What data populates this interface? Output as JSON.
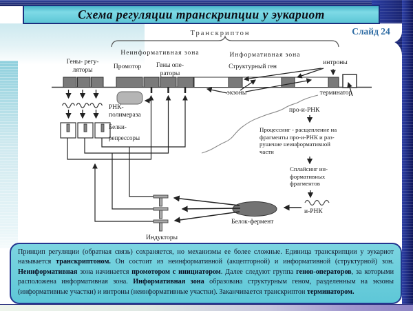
{
  "slide": {
    "title": "Схема регуляции транскрипции у эукариот",
    "slide_number": "Слайд 24"
  },
  "diagram": {
    "labels": {
      "transcripton": "Транскриптон",
      "noninformative_zone": "Неинформативная зона",
      "informative_zone": "Информативная зона",
      "regulator_genes": "Гены- регу-\nляторы",
      "promoter": "Промотор",
      "operator_genes": "Гены опе-\nраторы",
      "structural_gene": "Структурный ген",
      "introns": "интроны",
      "exons": "экзоны",
      "terminator": "терминатор",
      "rna_polymerase": "РНК-\nполимераза",
      "repressor_proteins": "Белки-\nрепрессоры",
      "pro_mrna": "про-и-РНК",
      "processing": "Процессинг - расщепление на\nфрагменты про-и-РНК и раз-\nрушение неинформативной\nчасти",
      "splicing": "Сплайсинг ин-\nформативных\nфрагментов",
      "mrna": "и-РНК",
      "protein_enzyme": "Белок-фермент",
      "inducers": "Индукторы"
    }
  },
  "footer": {
    "segments": [
      {
        "t": "Принцип регуляции (обратная связь) сохраняется, но механизмы ее более сложные. Единица транскрипции у эукариот называется ",
        "b": false
      },
      {
        "t": "транскриптоном.",
        "b": true
      },
      {
        "t": " Он состоит из неинформативной (акцепторной) и информативной (структурной) зон. ",
        "b": false
      },
      {
        "t": "Неинформативная",
        "b": true
      },
      {
        "t": " зона начинается ",
        "b": false
      },
      {
        "t": "промотором с инициатором",
        "b": true
      },
      {
        "t": ". Далее следуют группа ",
        "b": false
      },
      {
        "t": "генов-операторов",
        "b": true
      },
      {
        "t": ", за которыми расположена информативная зона. ",
        "b": false
      },
      {
        "t": "Информативная зона",
        "b": true
      },
      {
        "t": " образована структурным геном, разделенным на экзоны (информативные участки) и интроны (неинформативные участки). Заканчивается транскриптон ",
        "b": false
      },
      {
        "t": "терминатором.",
        "b": true
      }
    ]
  },
  "colors": {
    "accent_cyan": "#6fd0dd",
    "navy": "#1d2f85",
    "slide_number_blue": "#2d6ba3",
    "box_gray": "#7a7a7a"
  }
}
